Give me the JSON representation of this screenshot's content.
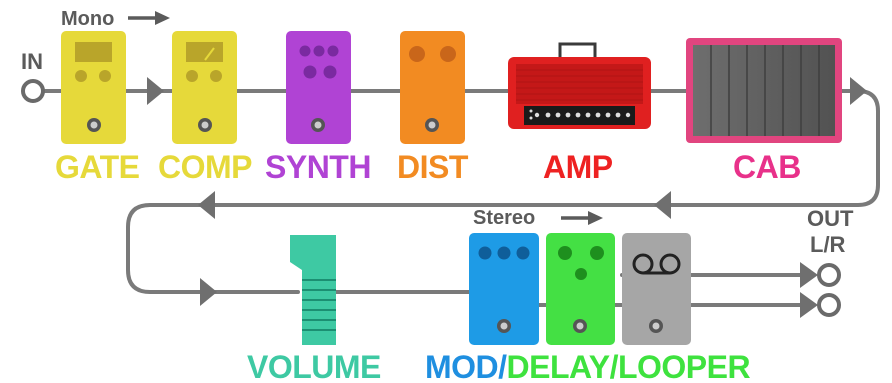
{
  "input_label": "IN",
  "output_label_line1": "OUT",
  "output_label_line2": "L/R",
  "mono_label": "Mono",
  "stereo_label": "Stereo",
  "blocks": {
    "gate": {
      "label": "GATE",
      "color": "#e6d93a"
    },
    "comp": {
      "label": "COMP",
      "color": "#e6d93a"
    },
    "synth": {
      "label": "SYNTH",
      "color": "#b043d4"
    },
    "dist": {
      "label": "DIST",
      "color": "#f28b22"
    },
    "amp": {
      "label": "AMP",
      "color": "#ee2222"
    },
    "cab": {
      "label": "CAB",
      "color": "#e8318a"
    },
    "volume": {
      "label": "VOLUME",
      "color": "#3ec9a3"
    }
  },
  "combo_label": {
    "mod": {
      "text": "MOD",
      "color": "#1f8fe0"
    },
    "sep1": {
      "text": "/",
      "color": "#1f8fe0"
    },
    "delay": {
      "text": "DELAY",
      "color": "#3ee23e"
    },
    "sep2": {
      "text": "/",
      "color": "#3ee23e"
    },
    "looper": {
      "text": "LOOPER",
      "color": "#3ee23e"
    }
  },
  "colors": {
    "signal_line": "#7a7a7a",
    "mod_pedal": "#1e9be6",
    "delay_pedal": "#44e044",
    "looper_pedal": "#a6a6a6",
    "amp_body": "#e02020",
    "cab_body": "#e1457f"
  }
}
